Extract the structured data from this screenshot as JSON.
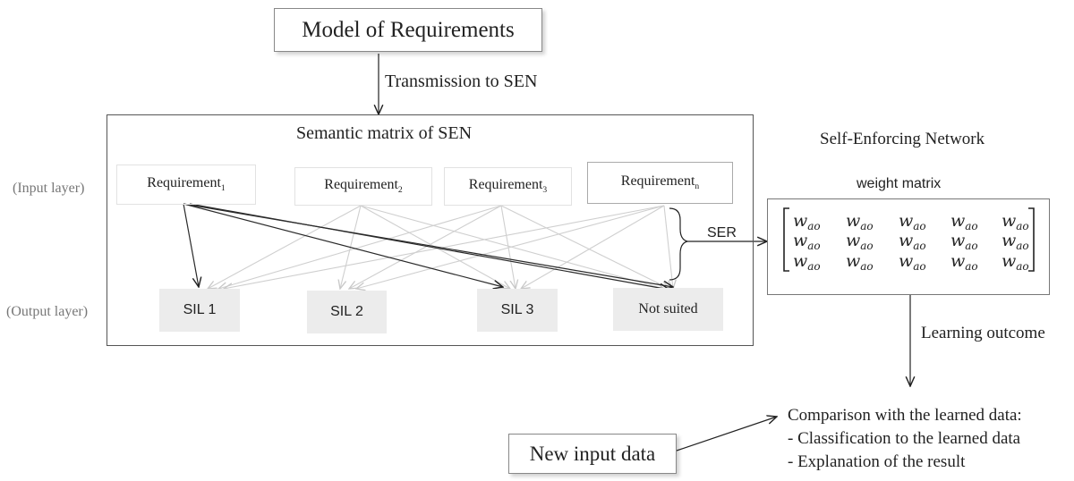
{
  "top": {
    "model_title": "Model of Requirements",
    "transmission_label": "Transmission to SEN"
  },
  "sen": {
    "title": "Semantic matrix of SEN",
    "input_layer_label": "(Input layer)",
    "output_layer_label": "(Output layer)",
    "requirements": [
      {
        "base": "Requirement",
        "sub": "1"
      },
      {
        "base": "Requirement",
        "sub": "2"
      },
      {
        "base": "Requirement",
        "sub": "3"
      },
      {
        "base": "Requirement",
        "sub": "n"
      }
    ],
    "outputs": [
      "SIL 1",
      "SIL 2",
      "SIL 3",
      "Not suited"
    ],
    "ser_label": "SER"
  },
  "network": {
    "title": "Self-Enforcing Network",
    "weight_matrix_label": "weight matrix",
    "weight_symbol": "w",
    "weight_subscript": "ao",
    "matrix_rows": 3,
    "matrix_cols": 5
  },
  "learning": {
    "outcome_label": "Learning outcome",
    "comparison_title": "Comparison with the learned data:",
    "comparison_items": [
      "- Classification to the learned data",
      "- Explanation of the result"
    ]
  },
  "new_input": {
    "label": "New input data"
  }
}
